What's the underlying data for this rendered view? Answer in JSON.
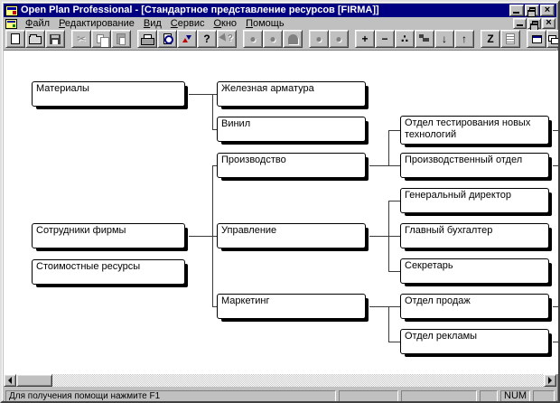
{
  "window": {
    "title": "Open Plan Professional - [Стандартное представление ресурсов [FIRMA]]"
  },
  "menu": {
    "items": [
      {
        "label": "Файл"
      },
      {
        "label": "Редактирование"
      },
      {
        "label": "Вид"
      },
      {
        "label": "Сервис"
      },
      {
        "label": "Окно"
      },
      {
        "label": "Помощь"
      }
    ]
  },
  "toolbar": {
    "buttons": [
      "new",
      "open",
      "save",
      "cut",
      "copy",
      "paste",
      "print",
      "print-preview",
      "shift-levels",
      "help",
      "context-help",
      "resource-circle-1",
      "resource-circle-2",
      "resource-arch",
      "resource-circle-3",
      "resource-circle-4",
      "add",
      "remove",
      "link-resources",
      "outline-steps",
      "move-down",
      "move-up",
      "zigzag-view",
      "notes",
      "tile-window",
      "arrange-window"
    ],
    "glyphs": {
      "cut": "✂",
      "help": "?",
      "circle": "●",
      "plus": "+",
      "minus": "−",
      "link": "∴",
      "down": "↓",
      "up": "↑",
      "zigzag": "Z"
    }
  },
  "chart": {
    "type": "org-tree",
    "nodes": [
      {
        "label": "Материалы",
        "parent": null
      },
      {
        "label": "Железная арматура",
        "parent": "Материалы"
      },
      {
        "label": "Винил",
        "parent": "Материалы"
      },
      {
        "label": "Сотрудники фирмы",
        "parent": null
      },
      {
        "label": "Стоимостные ресурсы",
        "parent": null
      },
      {
        "label": "Производство",
        "parent": "Сотрудники фирмы"
      },
      {
        "label": "Управление",
        "parent": "Сотрудники фирмы"
      },
      {
        "label": "Маркетинг",
        "parent": "Сотрудники фирмы"
      },
      {
        "label": "Отдел тестирования новых технологий",
        "parent": "Производство"
      },
      {
        "label": "Производственный отдел",
        "parent": "Производство"
      },
      {
        "label": "Генеральный директор",
        "parent": "Управление"
      },
      {
        "label": "Главный бухгалтер",
        "parent": "Управление"
      },
      {
        "label": "Секретарь",
        "parent": "Управление"
      },
      {
        "label": "Отдел продаж",
        "parent": "Маркетинг"
      },
      {
        "label": "Отдел рекламы",
        "parent": "Маркетинг"
      }
    ]
  },
  "statusbar": {
    "help_text": "Для получения помощи нажмите F1",
    "num_indicator": "NUM"
  },
  "colors": {
    "titlebar": "#000080",
    "chrome": "#c0c0c0",
    "canvas": "#ffffff"
  }
}
